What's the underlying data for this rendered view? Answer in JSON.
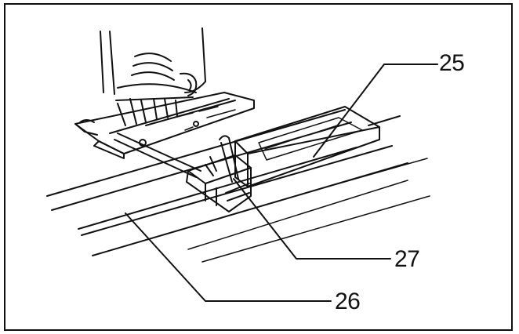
{
  "callouts": [
    {
      "id": "25",
      "label": "25"
    },
    {
      "id": "26",
      "label": "26"
    },
    {
      "id": "27",
      "label": "27"
    }
  ],
  "colors": {
    "ink": "#111111",
    "paper": "#ffffff",
    "rail_shade": "#efefef"
  }
}
